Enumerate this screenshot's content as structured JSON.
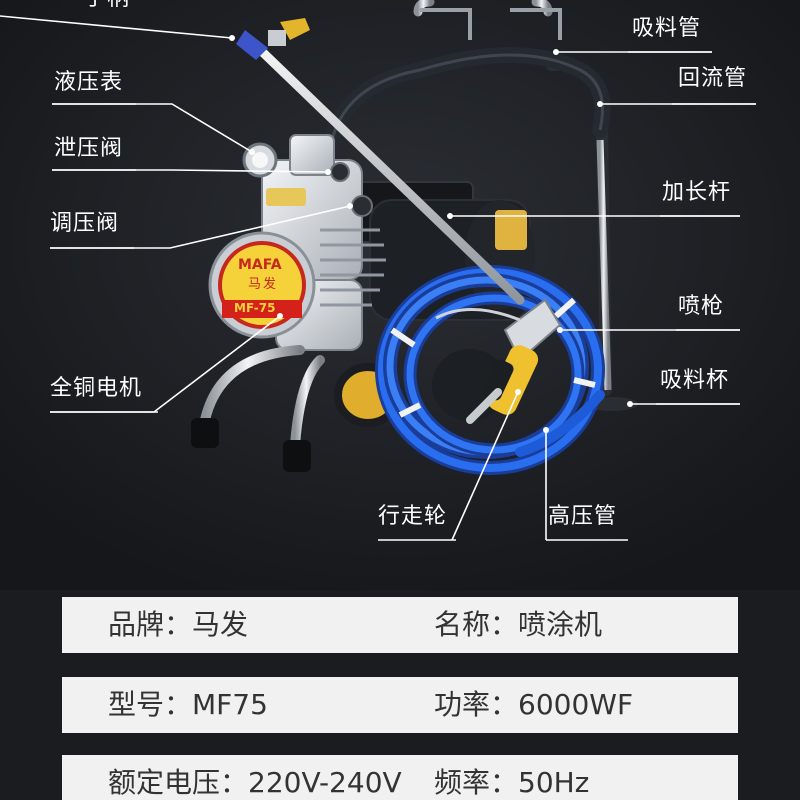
{
  "callouts": {
    "handle": "手柄",
    "pressure_gauge": "液压表",
    "relief_valve": "泄压阀",
    "regulator_valve": "调压阀",
    "copper_motor": "全铜电机",
    "suction_pipe": "吸料管",
    "return_pipe": "回流管",
    "extension_rod": "加长杆",
    "spray_gun": "喷枪",
    "suction_cup": "吸料杯",
    "wheels": "行走轮",
    "high_pressure_hose": "高压管"
  },
  "machine_badge": {
    "brand": "MAFA",
    "brand_cn": "马发",
    "model": "MF-75"
  },
  "specs": [
    {
      "left": "品牌：马发",
      "right": "名称：喷涂机"
    },
    {
      "left": "型号：MF75",
      "right": "功率：6000WF"
    },
    {
      "left": "额定电压：220V-240V",
      "right": "频率：50Hz"
    }
  ],
  "colors": {
    "background": "#1a1c20",
    "callout_line": "#ffffff",
    "hose_blue": "#1e5bd8",
    "spec_bg": "#f1f1f1"
  }
}
